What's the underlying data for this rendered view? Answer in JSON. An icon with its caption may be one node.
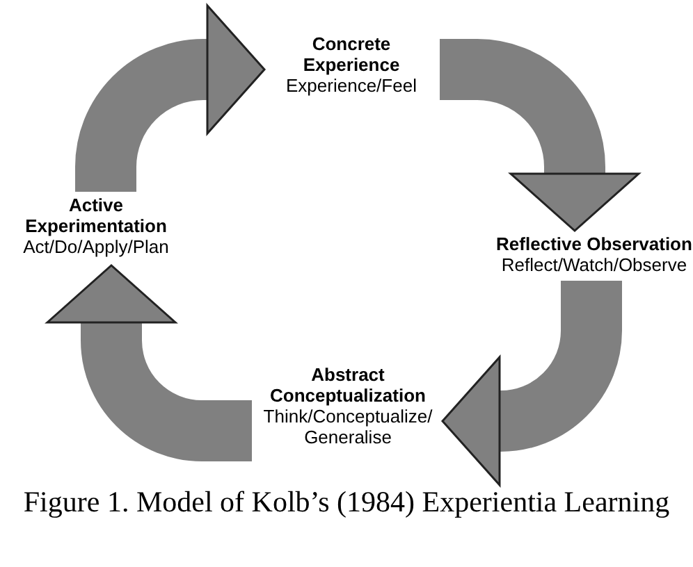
{
  "diagram": {
    "caption": "Figure 1. Model of Kolb’s (1984) Experientia Learning",
    "nodes": [
      {
        "text": [
          "Concrete Experience",
          "Experience/Feel"
        ]
      },
      {
        "text": [
          "Reflective Observation",
          "Reflect/Watch/Observe"
        ]
      },
      {
        "text": [
          "Abstract Conceptualization",
          "Think/Conceptualize/ Generalise"
        ]
      },
      {
        "text": [
          "Active Experimentation",
          "Act/Do/Apply/Plan"
        ]
      }
    ],
    "edges": [
      {
        "from": 3,
        "to": 0,
        "arrow": "to"
      },
      {
        "from": 0,
        "to": 1,
        "arrow": "to"
      },
      {
        "from": 1,
        "to": 2,
        "arrow": "to"
      },
      {
        "from": 2,
        "to": 3,
        "arrow": "to"
      }
    ]
  }
}
